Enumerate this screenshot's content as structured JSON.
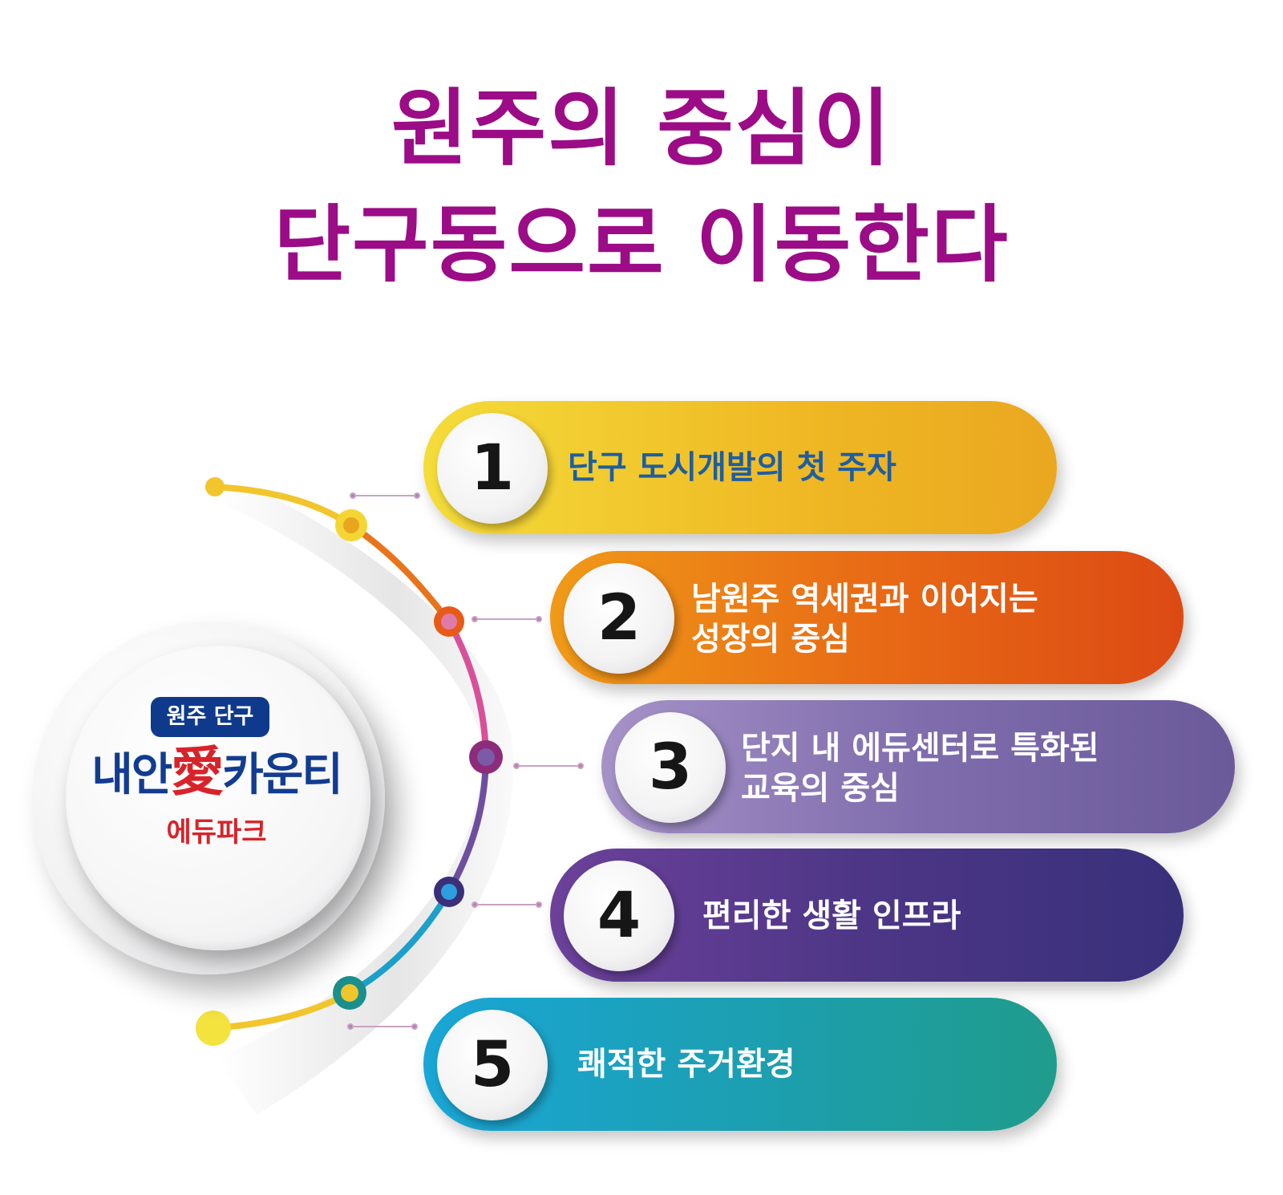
{
  "title": {
    "line1": "원주의 중심이",
    "line2": "단구동으로 이동한다"
  },
  "logo": {
    "badge": "원주 단구",
    "main_pre": "내안",
    "main_hanja": "愛",
    "main_post": "카운티",
    "sub": "에듀파크"
  },
  "items": [
    {
      "number": "1",
      "line1": "단구 도시개발의 첫 주자",
      "line2": ""
    },
    {
      "number": "2",
      "line1": "남원주 역세권과 이어지는",
      "line2": "성장의 중심"
    },
    {
      "number": "3",
      "line1": "단지 내 에듀센터로 특화된",
      "line2": "교육의 중심"
    },
    {
      "number": "4",
      "line1": "편리한 생활 인프라",
      "line2": ""
    },
    {
      "number": "5",
      "line1": "쾌적한 주거환경",
      "line2": ""
    }
  ],
  "colors": {
    "title": "#9b0c86",
    "logo_blue": "#123c91",
    "logo_red": "#d8232a",
    "pill1": [
      "#f4d534",
      "#eba720"
    ],
    "pill2": [
      "#ef8a16",
      "#dd4f14"
    ],
    "pill3": [
      "#9b86be",
      "#6c5b9b"
    ],
    "pill4": [
      "#6a3f97",
      "#38307a"
    ],
    "pill5": [
      "#1aa0cf",
      "#1e9d8d"
    ]
  }
}
